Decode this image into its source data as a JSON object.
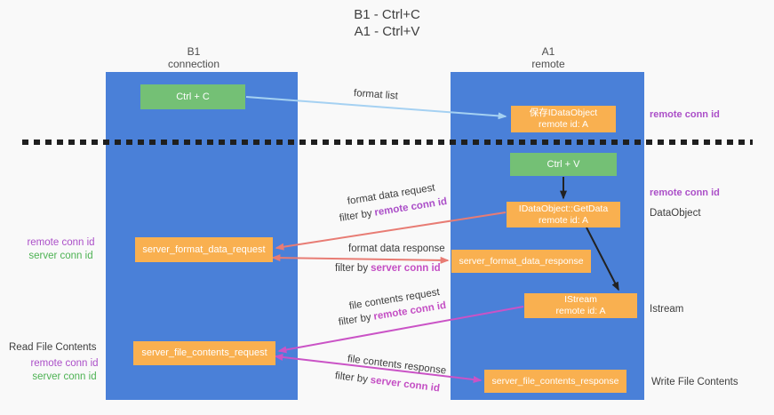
{
  "title": {
    "line1": "B1 - Ctrl+C",
    "line2": "A1 - Ctrl+V"
  },
  "lifelines": {
    "left": {
      "name": "B1",
      "role": "connection"
    },
    "right": {
      "name": "A1",
      "role": "remote"
    }
  },
  "nodes": {
    "ctrl_c": {
      "label": "Ctrl + C"
    },
    "ctrl_v": {
      "label": "Ctrl + V"
    },
    "store_idataobject": {
      "line1": "保存IDataObject",
      "line2": "remote id: A"
    },
    "idataobject_getdata": {
      "line1": "IDataObject::GetData",
      "line2": "remote id: A"
    },
    "istream": {
      "line1": "IStream",
      "line2": "remote id: A"
    },
    "server_format_data_request": {
      "label": "server_format_data_request"
    },
    "server_format_data_response": {
      "label": "server_format_data_response"
    },
    "server_file_contents_request": {
      "label": "server_file_contents_request"
    },
    "server_file_contents_response": {
      "label": "server_file_contents_response"
    }
  },
  "left_annotations": {
    "format": {
      "remote": "remote conn id",
      "server": "server conn id"
    },
    "read_file_contents": "Read File Contents",
    "file": {
      "remote": "remote conn id",
      "server": "server conn id"
    }
  },
  "right_annotations": {
    "remote_conn_id_top": "remote conn id",
    "remote_conn_id_mid": "remote conn id",
    "dataobject": "DataObject",
    "istream": "Istream",
    "write_file_contents": "Write File Contents"
  },
  "arrow_labels": {
    "format_list": "format list",
    "format_data_request": "format data request",
    "format_data_request_filter": {
      "prefix": "filter by",
      "highlight": "remote conn id"
    },
    "format_data_response": "format data response",
    "format_data_response_filter": {
      "prefix": "filter by",
      "highlight": "server conn id"
    },
    "file_contents_request": "file contents request",
    "file_contents_request_filter": {
      "prefix": "filter by",
      "highlight": "remote conn id"
    },
    "file_contents_response": "file contents response",
    "file_contents_response_filter": {
      "prefix": "filter by",
      "highlight": "server conn id"
    }
  },
  "colors": {
    "lifeline_blue": "#4a80d8",
    "node_orange": "#f9b050",
    "node_green": "#74c075",
    "arrow_light_blue": "#a5d1f2",
    "arrow_salmon": "#e87c74",
    "arrow_magenta": "#ca53c6",
    "arrow_black": "#222222",
    "text_purple": "#ab4fc8",
    "text_green": "#4db253",
    "text_magenta": "#c44fc4"
  }
}
